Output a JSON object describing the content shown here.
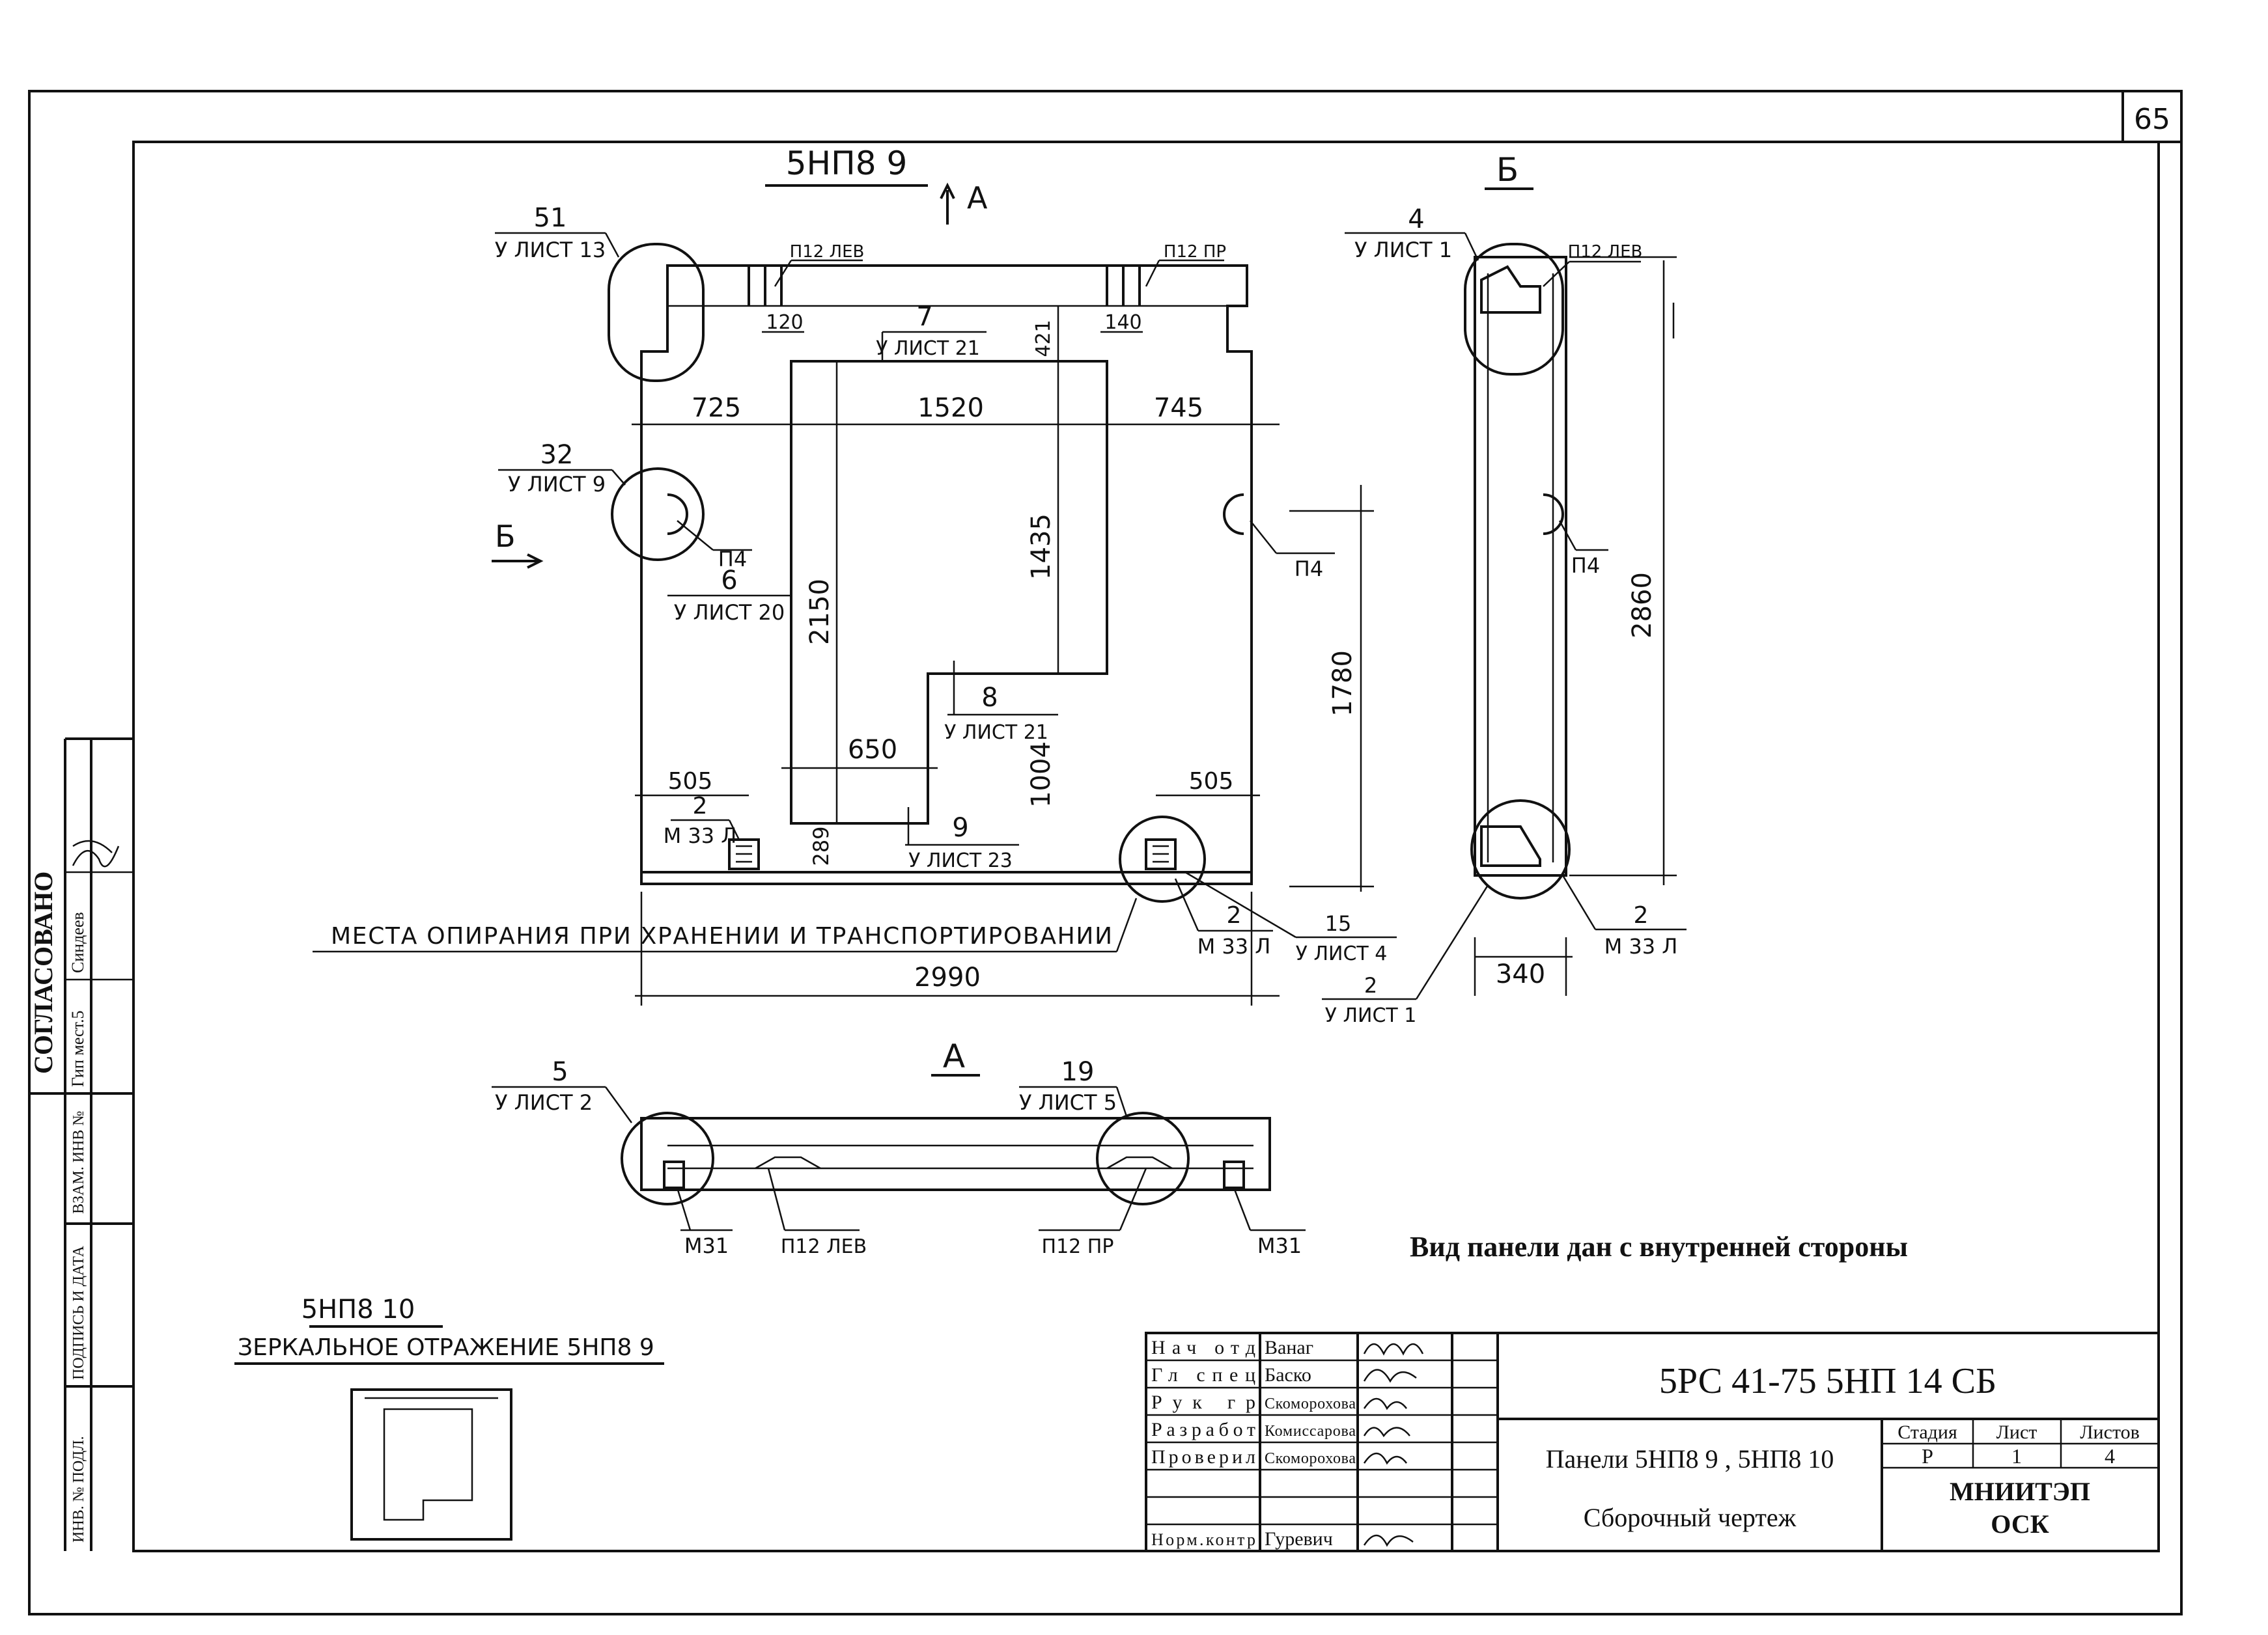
{
  "sheet_number": "65",
  "main_view": {
    "title": "5НП8 9",
    "view_arrow": "А",
    "section_mark": "Б",
    "callouts": {
      "c51": {
        "num": "51",
        "ref": "У ЛИСТ 13"
      },
      "c32": {
        "num": "32",
        "ref": "У ЛИСТ 9"
      },
      "c6": {
        "num": "6",
        "ref": "У ЛИСТ 20"
      },
      "c7": {
        "num": "7",
        "ref": "У ЛИСТ 21"
      },
      "c8": {
        "num": "8",
        "ref": "У ЛИСТ 21"
      },
      "c9": {
        "num": "9",
        "ref": "У ЛИСТ 23"
      },
      "c2l": {
        "num": "2",
        "ref": "М 33 Л"
      },
      "c2r": {
        "num": "2",
        "ref": "М 33 Л"
      },
      "c15": {
        "num": "15",
        "ref": "У ЛИСТ 4"
      }
    },
    "labels": {
      "p12lev": "П12 ЛЕВ",
      "p12pr": "П12 ПР",
      "p4a": "П4",
      "p4b": "П4"
    },
    "dims": {
      "d120": "120",
      "d140": "140",
      "d421": "421",
      "d725": "725",
      "d1520": "1520",
      "d745": "745",
      "d1435": "1435",
      "d2150": "2150",
      "d1780": "1780",
      "d1004": "1004",
      "d650": "650",
      "d505a": "505",
      "d505b": "505",
      "d289": "289",
      "d2990": "2990"
    },
    "support_note": "МЕСТА ОПИРАНИЯ ПРИ ХРАНЕНИИ И ТРАНСПОРТИРОВАНИИ"
  },
  "section_b": {
    "title": "Б",
    "c4": {
      "num": "4",
      "ref": "У ЛИСТ 1"
    },
    "c2a": {
      "num": "2",
      "ref": "М 33 Л"
    },
    "c2b": {
      "num": "2",
      "ref": "У ЛИСТ 1"
    },
    "p12lev": "П12 ЛЕВ",
    "p4": "П4",
    "d2860": "2860",
    "d340": "340"
  },
  "view_a": {
    "title": "А",
    "c5": {
      "num": "5",
      "ref": "У ЛИСТ 2"
    },
    "c19": {
      "num": "19",
      "ref": "У ЛИСТ 5"
    },
    "m31a": "М31",
    "p12lev": "П12 ЛЕВ",
    "p12pr": "П12 ПР",
    "m31b": "М31"
  },
  "note": "Вид панели дан с внутренней стороны",
  "mirror": {
    "title": "5НП8 10",
    "subtitle": "ЗЕРКАЛЬНОЕ ОТРАЖЕНИЕ 5НП8 9"
  },
  "side_stamp": {
    "agreed": "СОГЛАСОВАНО",
    "gip": "Гип мест.5",
    "gip_name": "Синдеев",
    "inv_zam": "ВЗАМ. ИНВ №",
    "sign_date": "ПОДПИСЬ И ДАТА",
    "inv_podl": "ИНВ. № ПОДЛ."
  },
  "title_block": {
    "rows": [
      {
        "role": "Нач отд",
        "name": "Ванаг"
      },
      {
        "role": "Гл спец",
        "name": "Баско"
      },
      {
        "role": "Рук гр",
        "name": "Скоморохова"
      },
      {
        "role": "Разработ",
        "name": "Комиссарова"
      },
      {
        "role": "Проверил",
        "name": "Скоморохова"
      },
      {
        "role": "",
        "name": ""
      },
      {
        "role": "",
        "name": ""
      },
      {
        "role": "Норм.контр",
        "name": "Гуревич"
      }
    ],
    "code": "5РС 41-75   5НП 14 СБ",
    "description": "Панели 5НП8 9 ,  5НП8 10",
    "doc_type": "Сборочный чертеж",
    "stage_label": "Стадия",
    "sheet_label": "Лист",
    "sheets_label": "Листов",
    "stage": "Р",
    "sheet": "1",
    "sheets": "4",
    "org1": "МНИИТЭП",
    "org2": "ОСК"
  }
}
